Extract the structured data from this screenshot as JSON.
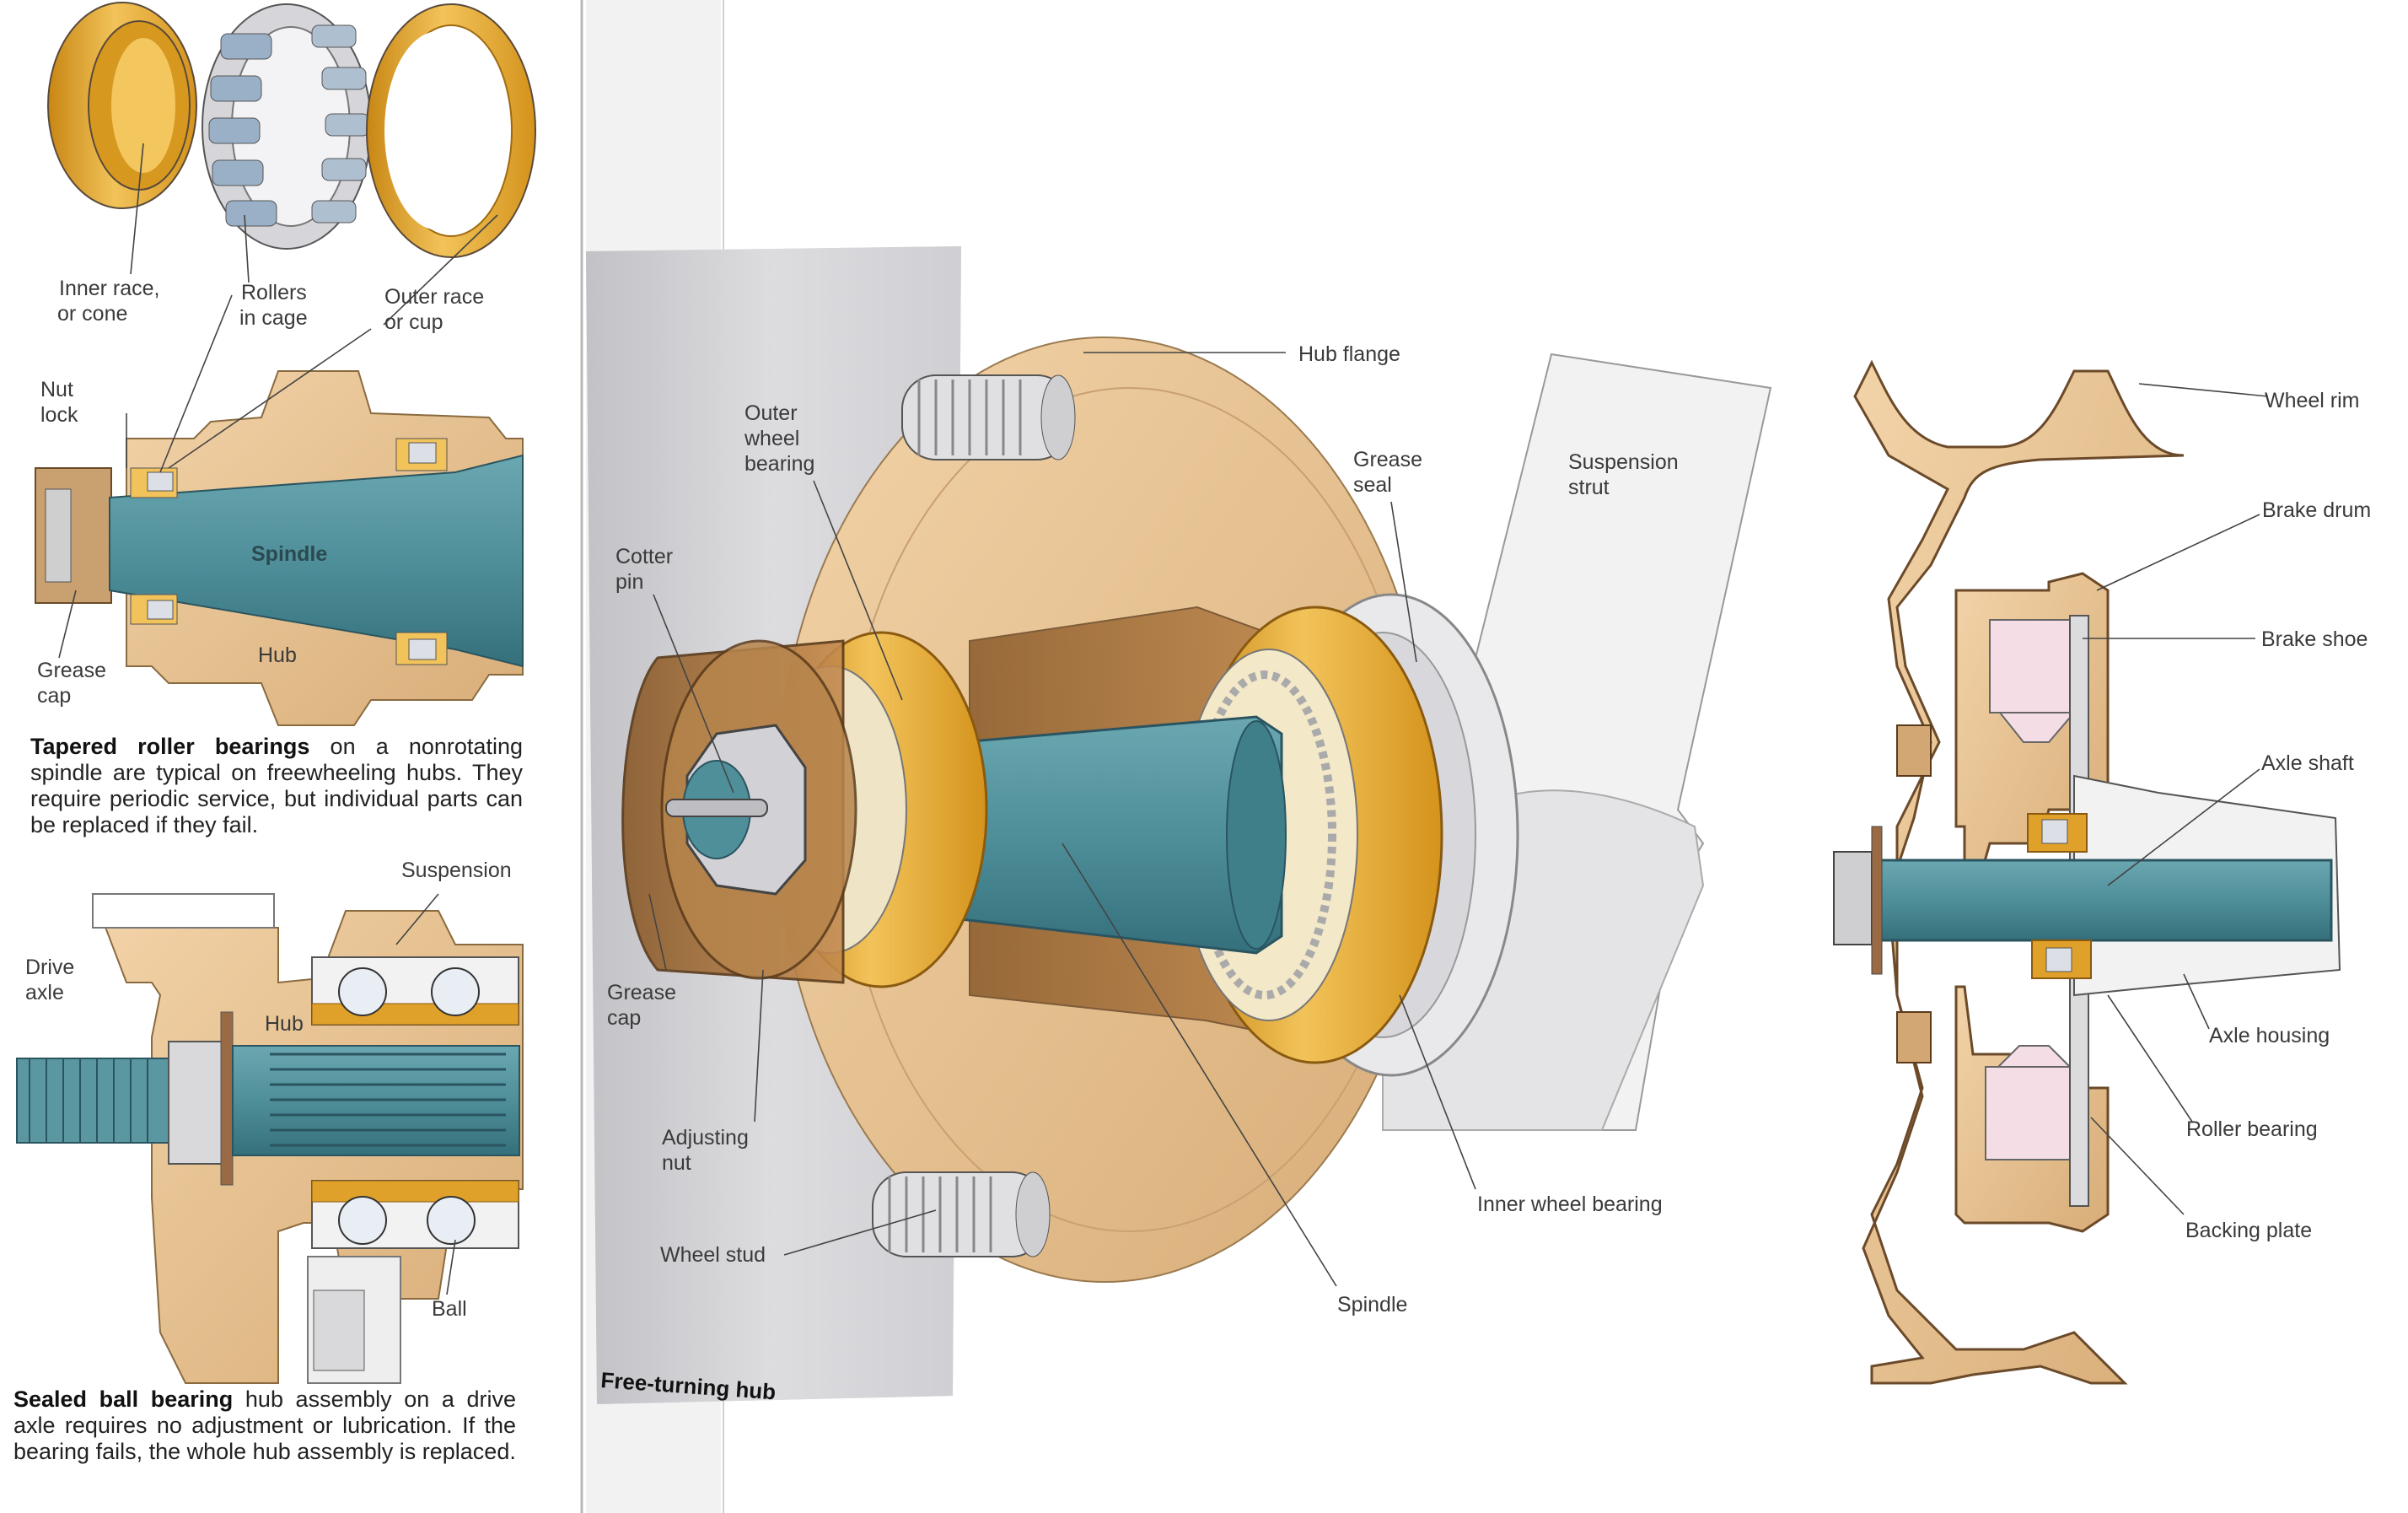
{
  "colors": {
    "gold": "#e0a12a",
    "gold_light": "#f2c35a",
    "tan": "#ecc79a",
    "tan_dark": "#c99a63",
    "steel_blue": "#4f8f9a",
    "steel_blue_dark": "#34707b",
    "silver": "#d9d9dc",
    "grey_panel": "#c8c8cc",
    "white": "#ffffff"
  },
  "panel_tapered": {
    "labels": {
      "inner_race": "Inner race,",
      "inner_race_2": "or cone",
      "rollers": "Rollers",
      "rollers_2": "in cage",
      "outer_race": "Outer race",
      "outer_race_2": "or cup",
      "nut_lock": "Nut",
      "nut_lock_2": "lock",
      "spindle": "Spindle",
      "hub": "Hub",
      "grease_cap": "Grease",
      "grease_cap_2": "cap"
    },
    "caption_bold": "Tapered roller bearings",
    "caption_rest": "on a nonrotating spindle are typical on freewheeling hubs. They require periodic service, but individual parts can be replaced if they fail."
  },
  "panel_sealed": {
    "labels": {
      "suspension": "Suspension",
      "drive_axle": "Drive",
      "drive_axle_2": "axle",
      "hub": "Hub",
      "ball": "Ball"
    },
    "caption_bold": "Sealed ball bearing",
    "caption_rest": "hub assembly on a drive axle requires no adjustment or lubrication. If the bearing fails, the whole hub assembly is replaced."
  },
  "panel_freeturning": {
    "labels": {
      "hub_flange": "Hub flange",
      "outer_wheel_bearing": "Outer",
      "outer_wheel_bearing_2": "wheel",
      "outer_wheel_bearing_3": "bearing",
      "grease_seal": "Grease",
      "grease_seal_2": "seal",
      "suspension_strut": "Suspension",
      "suspension_strut_2": "strut",
      "cotter_pin": "Cotter",
      "cotter_pin_2": "pin",
      "grease_cap": "Grease",
      "grease_cap_2": "cap",
      "adjusting_nut": "Adjusting",
      "adjusting_nut_2": "nut",
      "wheel_stud": "Wheel stud",
      "inner_wheel_bearing": "Inner wheel bearing",
      "spindle": "Spindle"
    },
    "caption_fragment": "Free-turning hub"
  },
  "panel_drum": {
    "labels": {
      "wheel_rim": "Wheel rim",
      "brake_drum": "Brake drum",
      "brake_shoe": "Brake shoe",
      "axle_shaft": "Axle shaft",
      "axle_housing": "Axle housing",
      "roller_bearing": "Roller bearing",
      "backing_plate": "Backing plate"
    }
  }
}
